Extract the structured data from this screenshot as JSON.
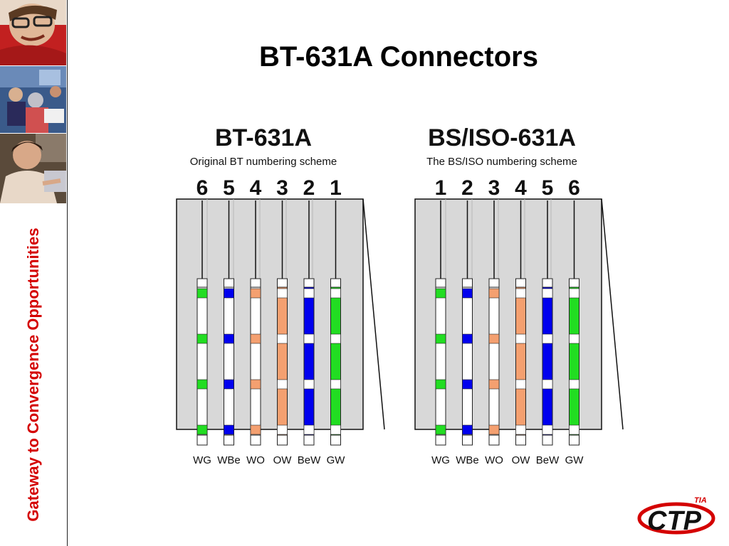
{
  "title": "BT-631A Connectors",
  "sidebar_text": "Gateway to Convergence Opportunities",
  "colors": {
    "accent": "#d40000",
    "green": "#22dd22",
    "blue": "#0000ee",
    "orange": "#f4a070",
    "plug_body": "#d8d8d8"
  },
  "connectors": [
    {
      "name": "BT-631A",
      "subtitle": "Original BT numbering scheme",
      "pin_numbers": [
        "6",
        "5",
        "4",
        "3",
        "2",
        "1"
      ],
      "wires": [
        {
          "label": "WG",
          "base": "white",
          "stripe": "green"
        },
        {
          "label": "WBe",
          "base": "white",
          "stripe": "blue"
        },
        {
          "label": "WO",
          "base": "white",
          "stripe": "orange"
        },
        {
          "label": "OW",
          "base": "orange",
          "stripe": "white"
        },
        {
          "label": "BeW",
          "base": "blue",
          "stripe": "white"
        },
        {
          "label": "GW",
          "base": "green",
          "stripe": "white"
        }
      ]
    },
    {
      "name": "BS/ISO-631A",
      "subtitle": "The BS/ISO numbering scheme",
      "pin_numbers": [
        "1",
        "2",
        "3",
        "4",
        "5",
        "6"
      ],
      "wires": [
        {
          "label": "WG",
          "base": "white",
          "stripe": "green"
        },
        {
          "label": "WBe",
          "base": "white",
          "stripe": "blue"
        },
        {
          "label": "WO",
          "base": "white",
          "stripe": "orange"
        },
        {
          "label": "OW",
          "base": "orange",
          "stripe": "white"
        },
        {
          "label": "BeW",
          "base": "blue",
          "stripe": "white"
        },
        {
          "label": "GW",
          "base": "green",
          "stripe": "white"
        }
      ]
    }
  ],
  "logo": {
    "text": "CTP",
    "superscript": "TIA"
  }
}
